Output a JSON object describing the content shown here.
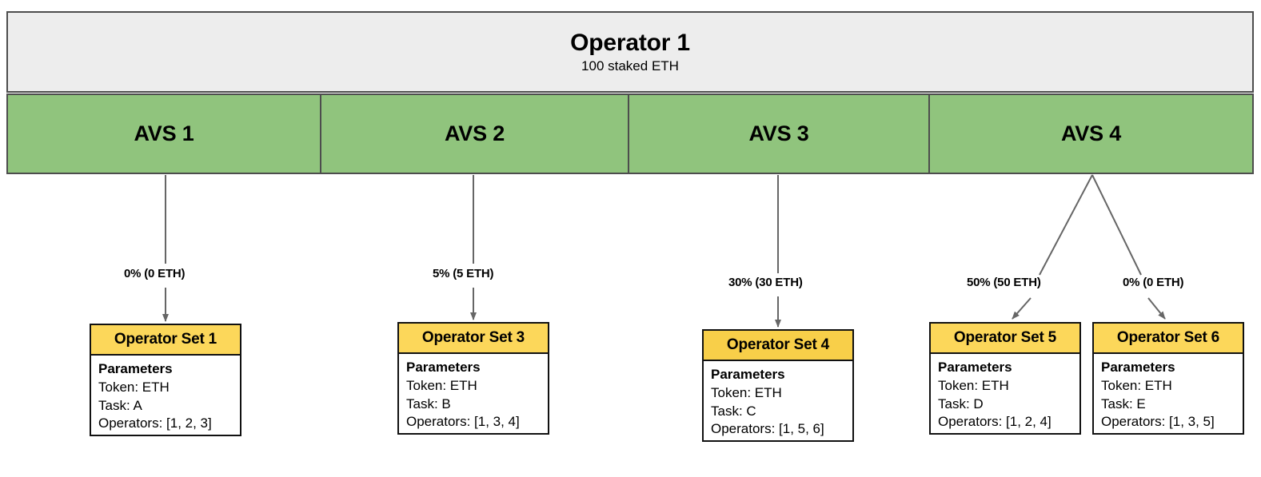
{
  "operator": {
    "title": "Operator 1",
    "subtitle": "100 staked ETH"
  },
  "avs": [
    {
      "label": "AVS 1"
    },
    {
      "label": "AVS 2"
    },
    {
      "label": "AVS 3"
    },
    {
      "label": "AVS 4"
    }
  ],
  "edges": [
    {
      "label": "0% (0 ETH)"
    },
    {
      "label": "5% (5 ETH)"
    },
    {
      "label": "30% (30 ETH)"
    },
    {
      "label": "50% (50 ETH)"
    },
    {
      "label": "0% (0 ETH)"
    }
  ],
  "operator_sets": [
    {
      "title": "Operator Set 1",
      "params_label": "Parameters",
      "token": "Token: ETH",
      "task": "Task: A",
      "operators": "Operators: [1, 2, 3]"
    },
    {
      "title": "Operator Set 3",
      "params_label": "Parameters",
      "token": "Token: ETH",
      "task": "Task: B",
      "operators": "Operators: [1, 3, 4]"
    },
    {
      "title": "Operator Set 4",
      "params_label": "Parameters",
      "token": "Token: ETH",
      "task": "Task: C",
      "operators": "Operators: [1, 5, 6]"
    },
    {
      "title": "Operator Set 5",
      "params_label": "Parameters",
      "token": "Token: ETH",
      "task": "Task: D",
      "operators": "Operators: [1, 2, 4]"
    },
    {
      "title": "Operator Set 6",
      "params_label": "Parameters",
      "token": "Token: ETH",
      "task": "Task: E",
      "operators": "Operators: [1, 3, 5]"
    }
  ],
  "colors": {
    "avs_fill": "#90c47d",
    "operator_fill": "#ededed",
    "opset_header_fill": "#fcd75a",
    "edge_stroke": "#666666",
    "border": "#111111"
  }
}
